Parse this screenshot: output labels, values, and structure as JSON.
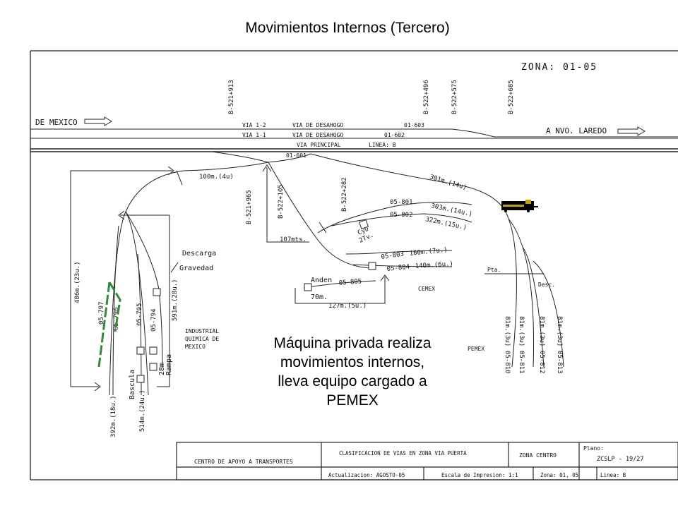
{
  "title": "Movimientos Internos (Tercero)",
  "zone": "ZONA: 01-05",
  "directions": {
    "from": "DE MEXICO",
    "to": "A NVO. LAREDO"
  },
  "top_km_markers": [
    "B-521+913",
    "B-522+496",
    "B-522+575",
    "B-522+685"
  ],
  "mid_km_markers": [
    "B-521+965",
    "B-522+105",
    "B-522+282"
  ],
  "tracks": {
    "via12": "VIA 1-2",
    "desahogo_a": "VIA DE DESAHOGO",
    "code_603": "01-603",
    "via11": "VIA 1-1",
    "desahogo_b": "VIA DE DESAHOGO",
    "code_602": "01-602",
    "principal": "VIA PRINCIPAL",
    "linea": "LINEA: B",
    "code_601": "01-601"
  },
  "labels": {
    "len_100": "100m.(4u)",
    "len_301": "301m.(14u)",
    "len_486": "486m.(23u.)",
    "len_107": "107mts.",
    "t801": "05-801",
    "t802": "05-802",
    "len_303": "303m.(14u.)",
    "len_322": "322m.(15u.)",
    "cyd": "CyD",
    "tv": "2Tv.",
    "t803": "05-803",
    "len_160": "160m.(7u.)",
    "t804": "05-804",
    "len_140": "140m.(6u.)",
    "anden": "Anden",
    "t805": "05-805",
    "len_70": "70m.",
    "len_127": "127m.(5u.)",
    "cemex": "CEMEX",
    "pemex": "PEMEX",
    "pta": "Pta.",
    "desc": "Desc.",
    "descarga1": "Descarga",
    "descarga2": "Gravedad",
    "industrial1": "INDUSTRIAL",
    "industrial2": "QUIMICA DE",
    "industrial3": "MEXICO",
    "t797": "05-797",
    "t796": "05-796",
    "t795": "05-795",
    "t794": "05-794",
    "len_591": "591m.(28u.)",
    "bascula": "Bascula",
    "len_28": "28m",
    "rampa": "Rampa",
    "len_392": "392m.(18u.)",
    "len_514": "514m.(24u.)"
  },
  "pemex_tracks": [
    {
      "len": "81m.(3u)",
      "code": "05-810"
    },
    {
      "len": "81m.(3u)",
      "code": "05-811"
    },
    {
      "len": "81m.(3u)",
      "code": "05-812"
    },
    {
      "len": "81m.(3u)",
      "code": "05-813"
    }
  ],
  "caption": [
    "Máquina privada realiza",
    "movimientos internos,",
    "lleva equipo cargado a",
    "PEMEX"
  ],
  "title_block": {
    "center": "CENTRO DE APOYO A TRANSPORTES",
    "classification": "CLASIFICACION DE VIAS EN ZONA VIA PUERTA",
    "zona_centro": "ZONA CENTRO",
    "plano_label": "Plano:",
    "plano_value": "ZCSLP - 19/27",
    "actualizacion": "Actualizacion:  AGOSTO-05",
    "escala": "Escala de Impresion:  1:1",
    "zona": "Zona:  01, 05",
    "linea": "Linea:  B"
  },
  "colors": {
    "dashed_track": "#2e8b3a",
    "locomotive_body": "#000000",
    "locomotive_stripe": "#c8a000"
  }
}
